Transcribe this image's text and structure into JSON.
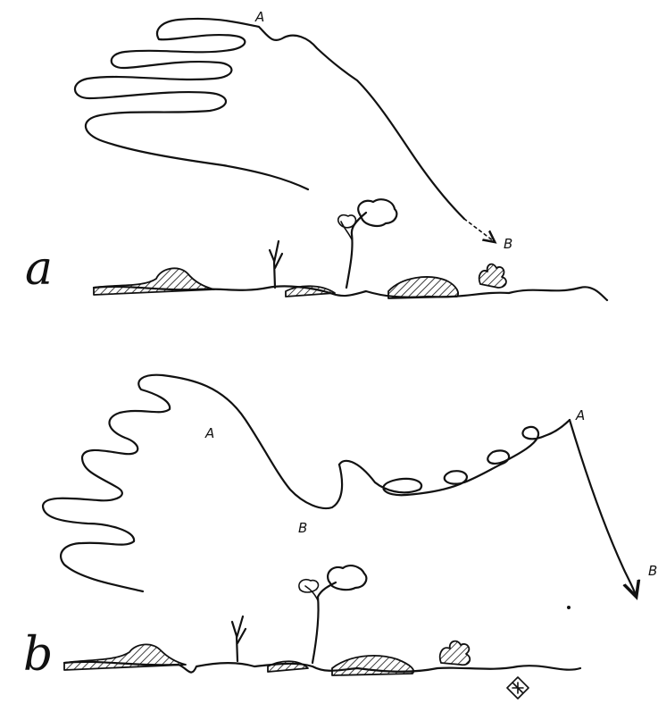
{
  "panels": [
    {
      "letter": "a",
      "labels": {
        "start": "A",
        "end": "B"
      }
    },
    {
      "letter": "b",
      "labels": {
        "start_first": "A",
        "dip": "B",
        "start_second": "A",
        "end": "B"
      }
    }
  ],
  "icons": {
    "tree_tall": "tree-icon",
    "tree_bare": "bare-tree-icon",
    "bush": "bush-icon",
    "monogram": "monogram-icon"
  },
  "colors": {
    "ink": "#111111",
    "paper": "#ffffff"
  }
}
